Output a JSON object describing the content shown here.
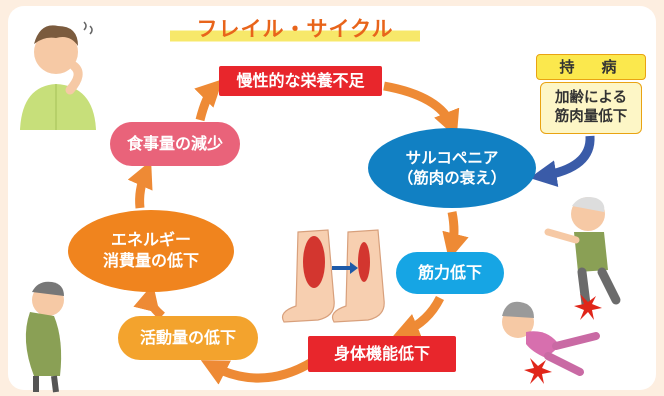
{
  "title": "フレイル・サイクル",
  "cycle": {
    "malnutrition": "慢性的な栄養不足",
    "sarcopenia": "サルコペニア\n（筋肉の衰え）",
    "strength_loss": "筋力低下",
    "physical_decline": "身体機能低下",
    "activity_decline": "活動量の低下",
    "energy_decline": "エネルギー\n消費量の低下",
    "food_decline": "食事量の減少"
  },
  "side": {
    "heading": "持　病",
    "cause": "加齢による\n筋肉量低下"
  },
  "colors": {
    "cycle_arrow": "#ee8a35",
    "side_arrow": "#3a5ba8",
    "red_node": "#e8262c",
    "blue_node": "#1180c3",
    "orange_node": "#f0841e"
  }
}
